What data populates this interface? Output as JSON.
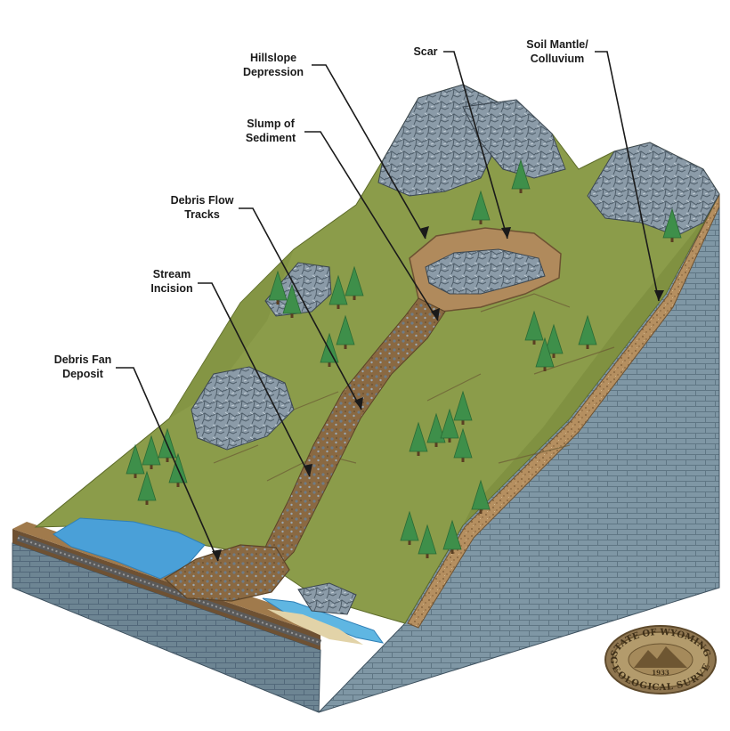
{
  "labels": {
    "hillslope_depression": {
      "line1": "Hillslope",
      "line2": "Depression"
    },
    "scar": {
      "line1": "Scar"
    },
    "soil_mantle": {
      "line1": "Soil Mantle/",
      "line2": "Colluvium"
    },
    "slump": {
      "line1": "Slump of",
      "line2": "Sediment"
    },
    "debris_flow": {
      "line1": "Debris Flow",
      "line2": "Tracks"
    },
    "stream_incision": {
      "line1": "Stream",
      "line2": "Incision"
    },
    "debris_fan": {
      "line1": "Debris Fan",
      "line2": "Deposit"
    }
  },
  "seal": {
    "top_text": "STATE OF WYOMING",
    "bottom_text": "GEOLOGICAL SURVEY",
    "year": "1933"
  },
  "colors": {
    "grass": "#8a9a48",
    "grass_dark": "#6f7f36",
    "bedrock": "#7d95a3",
    "rock": "#8c9aa6",
    "soil": "#b08a5c",
    "debris": "#8b6a42",
    "water": "#4a9fd6",
    "tree": "#3e8f4a",
    "seal": "#9a8258"
  }
}
